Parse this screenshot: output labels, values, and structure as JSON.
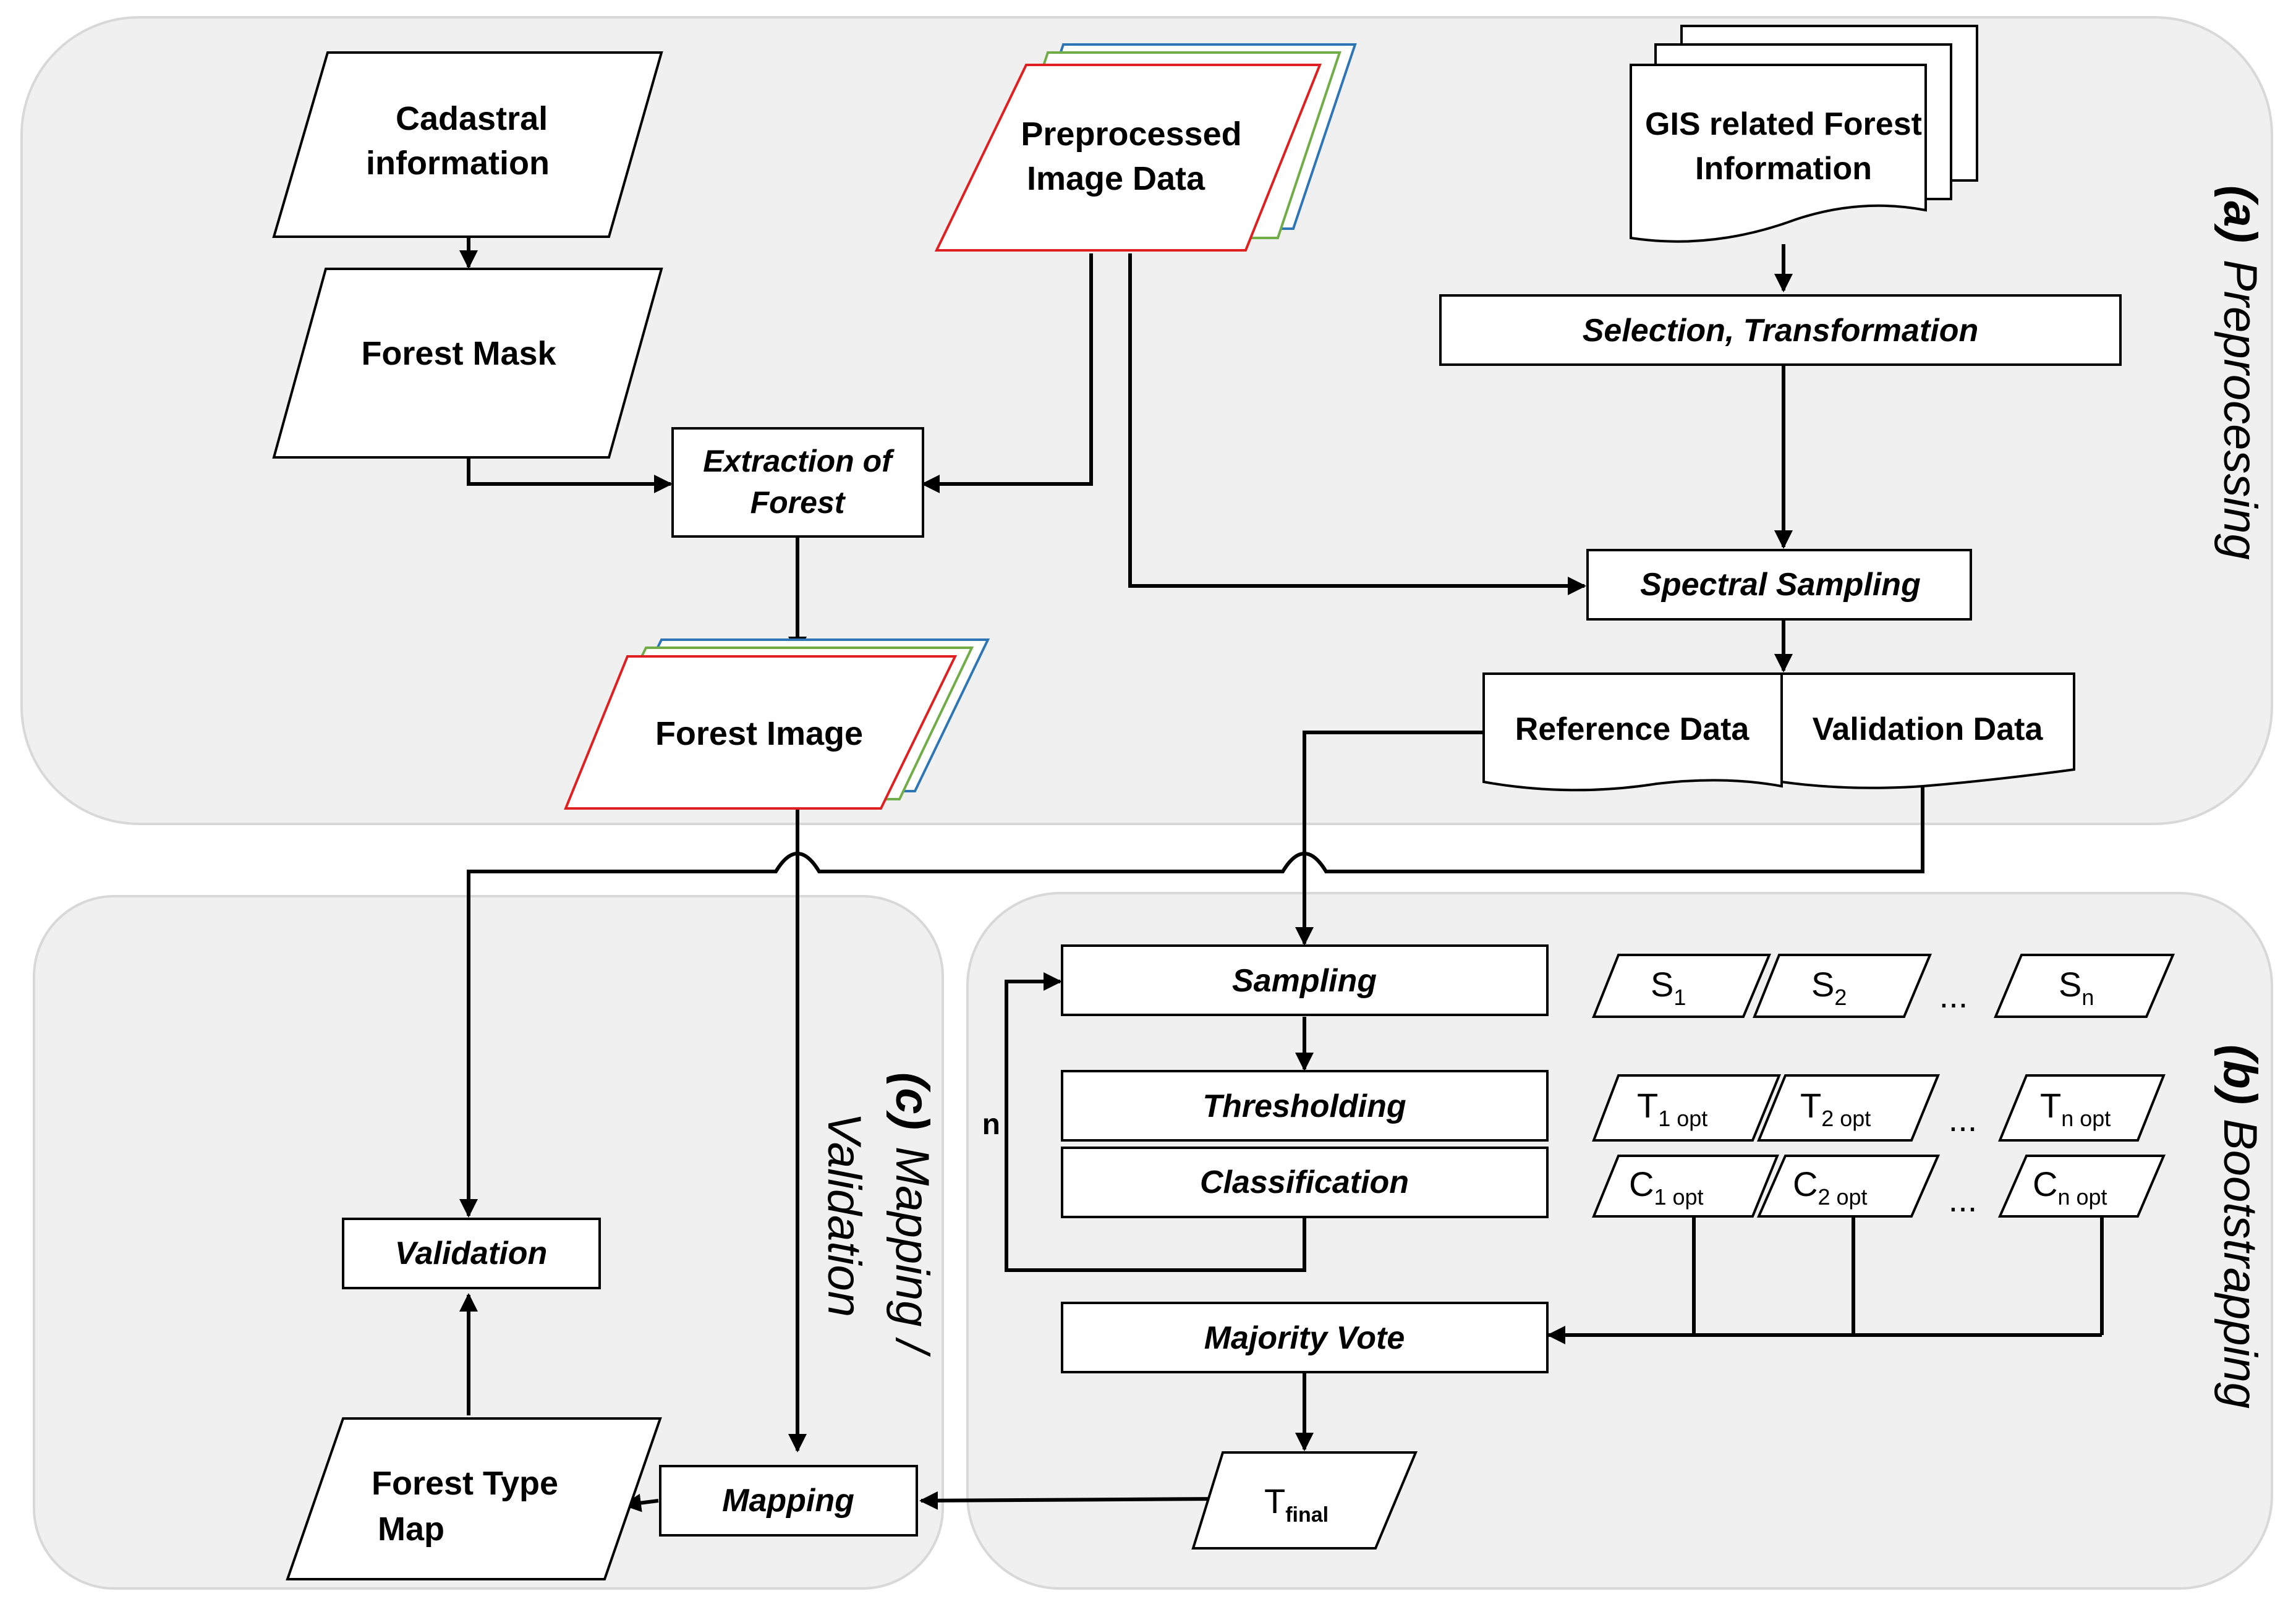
{
  "panels": {
    "a": {
      "letter": "(a)",
      "name": "Preprocessing"
    },
    "b": {
      "letter": "(b)",
      "name": "Bootstrapping"
    },
    "c": {
      "letter": "(c)",
      "name": "Mapping /",
      "name2": "Validation"
    }
  },
  "nodes": {
    "cadastral_1": "Cadastral",
    "cadastral_2": "information",
    "forest_mask": "Forest Mask",
    "preprocessed_1": "Preprocessed",
    "preprocessed_2": "Image Data",
    "gis_1": "GIS related Forest",
    "gis_2": "Information",
    "selection": "Selection, Transformation",
    "extraction_1": "Extraction of",
    "extraction_2": "Forest",
    "spectral": "Spectral Sampling",
    "forest_image": "Forest Image",
    "reference": "Reference Data",
    "validation_data": "Validation Data",
    "sampling": "Sampling",
    "thresholding": "Thresholding",
    "classification": "Classification",
    "majority": "Majority Vote",
    "validation": "Validation",
    "mapping": "Mapping",
    "forest_type_1": "Forest Type",
    "forest_type_2": "Map",
    "loop_label": "n",
    "ellipsis": "..."
  },
  "samples": {
    "s": [
      {
        "base": "S",
        "sub": "1"
      },
      {
        "base": "S",
        "sub": "2"
      },
      {
        "base": "S",
        "sub": "n"
      }
    ],
    "t": [
      {
        "base": "T",
        "sub": "1 opt"
      },
      {
        "base": "T",
        "sub": "2 opt"
      },
      {
        "base": "T",
        "sub": "n opt"
      }
    ],
    "c": [
      {
        "base": "C",
        "sub": "1 opt"
      },
      {
        "base": "C",
        "sub": "2 opt"
      },
      {
        "base": "C",
        "sub": "n opt"
      }
    ],
    "final": {
      "base": "T",
      "sub": "final"
    }
  }
}
